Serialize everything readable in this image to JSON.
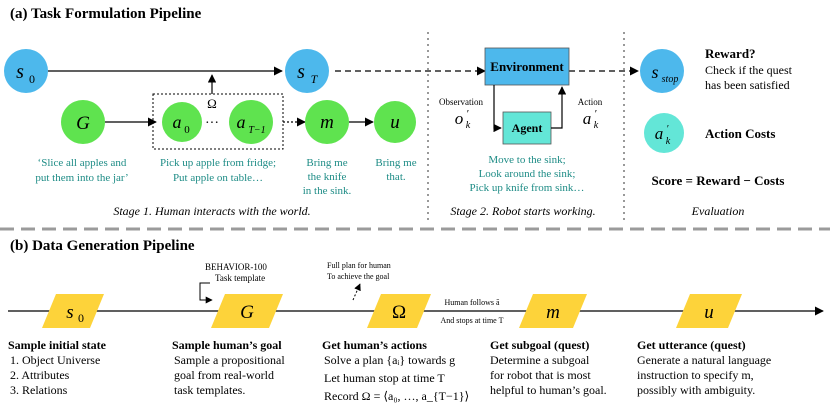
{
  "section_a": {
    "title": "(a) Task Formulation Pipeline",
    "nodes": {
      "s0": "s",
      "s0_sub": "0",
      "sT": "s",
      "sT_sub": "T",
      "G": "G",
      "a0": "a",
      "a0_sub": "0",
      "dots": "···",
      "aT": "a",
      "aT_sub": "T−1",
      "m": "m",
      "u": "u",
      "omega": "Ω",
      "sstop": "s",
      "sstop_sub": "stop",
      "akp": "a",
      "akp_sub": "k",
      "akp_prime": "′"
    },
    "captions": {
      "goal_quote": [
        "‘Slice all apples and",
        "put them into the jar’"
      ],
      "actions": [
        "Pick up apple from fridge;",
        "Put apple on table…"
      ],
      "subgoal": [
        "Bring me",
        "the knife",
        "in the sink."
      ],
      "utterance": [
        "Bring me",
        "that."
      ],
      "robot_actions": [
        "Move to the sink;",
        "Look around the sink;",
        "Pick up knife from sink…"
      ]
    },
    "env": {
      "environment": "Environment",
      "agent": "Agent",
      "observation_label": "Observation",
      "obs_sym": "o",
      "obs_sub": "k",
      "obs_prime": "′",
      "action_label": "Action",
      "act_sym": "a",
      "act_sub": "k",
      "act_prime": "′"
    },
    "stages": {
      "stage1": "Stage 1. Human interacts with the world.",
      "stage2": "Stage 2. Robot starts working.",
      "evaluation": "Evaluation"
    },
    "eval": {
      "reward_title": "Reward?",
      "reward_desc": [
        "Check if the quest",
        "has been satisfied"
      ],
      "action_costs": "Action Costs",
      "score": "Score = Reward − Costs"
    }
  },
  "section_b": {
    "title": "(b) Data Generation Pipeline",
    "shapes": {
      "s0": "s",
      "s0_sub": "0",
      "G": "G",
      "omega": "Ω",
      "m": "m",
      "u": "u"
    },
    "annotations": {
      "behavior": [
        "BEHAVIOR-100",
        "Task template"
      ],
      "full_plan": [
        "Full plan for human",
        "To achieve the goal"
      ],
      "human_follows": "Human follows ā",
      "stops_at": "And stops at time T"
    },
    "steps": [
      {
        "title": "Sample initial state",
        "lines": [
          "1. Object Universe",
          "2. Attributes",
          "3. Relations"
        ]
      },
      {
        "title": "Sample human’s goal",
        "lines": [
          "Sample a propositional",
          "goal from real-world",
          "task templates."
        ]
      },
      {
        "title": "Get human’s actions",
        "lines": [
          "Solve a plan {aᵢ} towards g",
          "Let human stop at time T",
          "Record Ω = ⟨a₀, …, a_{T−1}⟩"
        ]
      },
      {
        "title": "Get subgoal (quest)",
        "lines": [
          "Determine a subgoal",
          "for robot that is most",
          "helpful to human’s goal."
        ]
      },
      {
        "title": "Get utterance (quest)",
        "lines": [
          "Generate a natural language",
          "instruction to specify m,",
          "possibly with ambiguity."
        ]
      }
    ]
  },
  "colors": {
    "blue": "#4DB8EC",
    "green": "#5FE34F",
    "cyan": "#63E6D7",
    "yellow": "#FDD33A",
    "teal_text": "#1E8C86",
    "grey_line": "#9b9b9b"
  }
}
